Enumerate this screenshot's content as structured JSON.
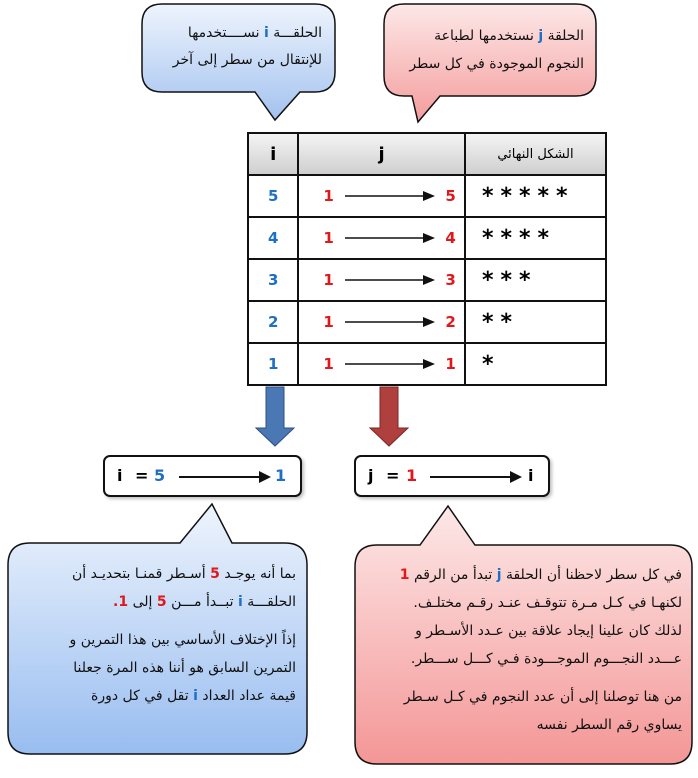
{
  "bubble_i_top": {
    "pre": "الحلقـــة",
    "var": "i",
    "rest": "نســــتخدمها",
    "line2": "للإنتقال من سطر إلى آخر"
  },
  "bubble_j_top": {
    "pre": "الحلقة",
    "var": "j",
    "rest": "نستخدمها لطباعة",
    "line2": "النجوم الموجودة في كل سطر"
  },
  "table": {
    "headers": [
      "i",
      "j",
      "الشكل النهائي"
    ],
    "rows": [
      {
        "i": "5",
        "j_start": "1",
        "j_end": "5",
        "stars": "*****"
      },
      {
        "i": "4",
        "j_start": "1",
        "j_end": "4",
        "stars": "****"
      },
      {
        "i": "3",
        "j_start": "1",
        "j_end": "3",
        "stars": "***"
      },
      {
        "i": "2",
        "j_start": "1",
        "j_end": "2",
        "stars": "**"
      },
      {
        "i": "1",
        "j_start": "1",
        "j_end": "1",
        "stars": "*"
      }
    ]
  },
  "loop_i": {
    "var": "i",
    "eq": "=",
    "start": "5",
    "end": "1"
  },
  "loop_j": {
    "var": "j",
    "eq": "=",
    "start": "1",
    "end": "i"
  },
  "bubble_i_bottom": {
    "p1_a": "بما أنه يوجـد",
    "p1_num": "5",
    "p1_b": "أسـطر قمنـا بتحديـد أن",
    "p1_c": "الحلقـــة",
    "p1_var": "i",
    "p1_d": "تبــدأ مـــن",
    "p1_n1": "5",
    "p1_e": "إلى",
    "p1_n2": "1.",
    "p2_line1": "إذاً الإختلاف الأساسي بين هذا التمرين و",
    "p2_line2": "التمرين السابق هو أننا هذه المرة جعلنا",
    "p2_line3_a": "قيمة عداد العداد",
    "p2_var": "i",
    "p2_line3_b": "تقل في كل دورة"
  },
  "bubble_j_bottom": {
    "l1_a": "في كل سطر لاحظنا أن الحلقة",
    "l1_var": "j",
    "l1_b": "تبدأ من الرقم",
    "l1_num": "1",
    "l2": "لكنهـا في كـل مـرة تتوقـف عنـد رقـم مختلـف.",
    "l3": "لذلك كان علينا إيجاد علاقة بين عـدد الأسـطر و",
    "l4": "عـــدد النجـــوم الموجـــودة فـي كـــل ســـطر.",
    "l5": "من هنا توصلنا إلى أن عدد النجوم في كـل سـطر",
    "l6": "يساوي رقم السطر نفسه"
  },
  "colors": {
    "blue": "#1f6fc5",
    "red": "#e0181b",
    "bubble_blue": "#a9c8f2",
    "bubble_red": "#f7a5a5",
    "arrow_blue": "#4a78b5",
    "arrow_red": "#b0403e"
  }
}
